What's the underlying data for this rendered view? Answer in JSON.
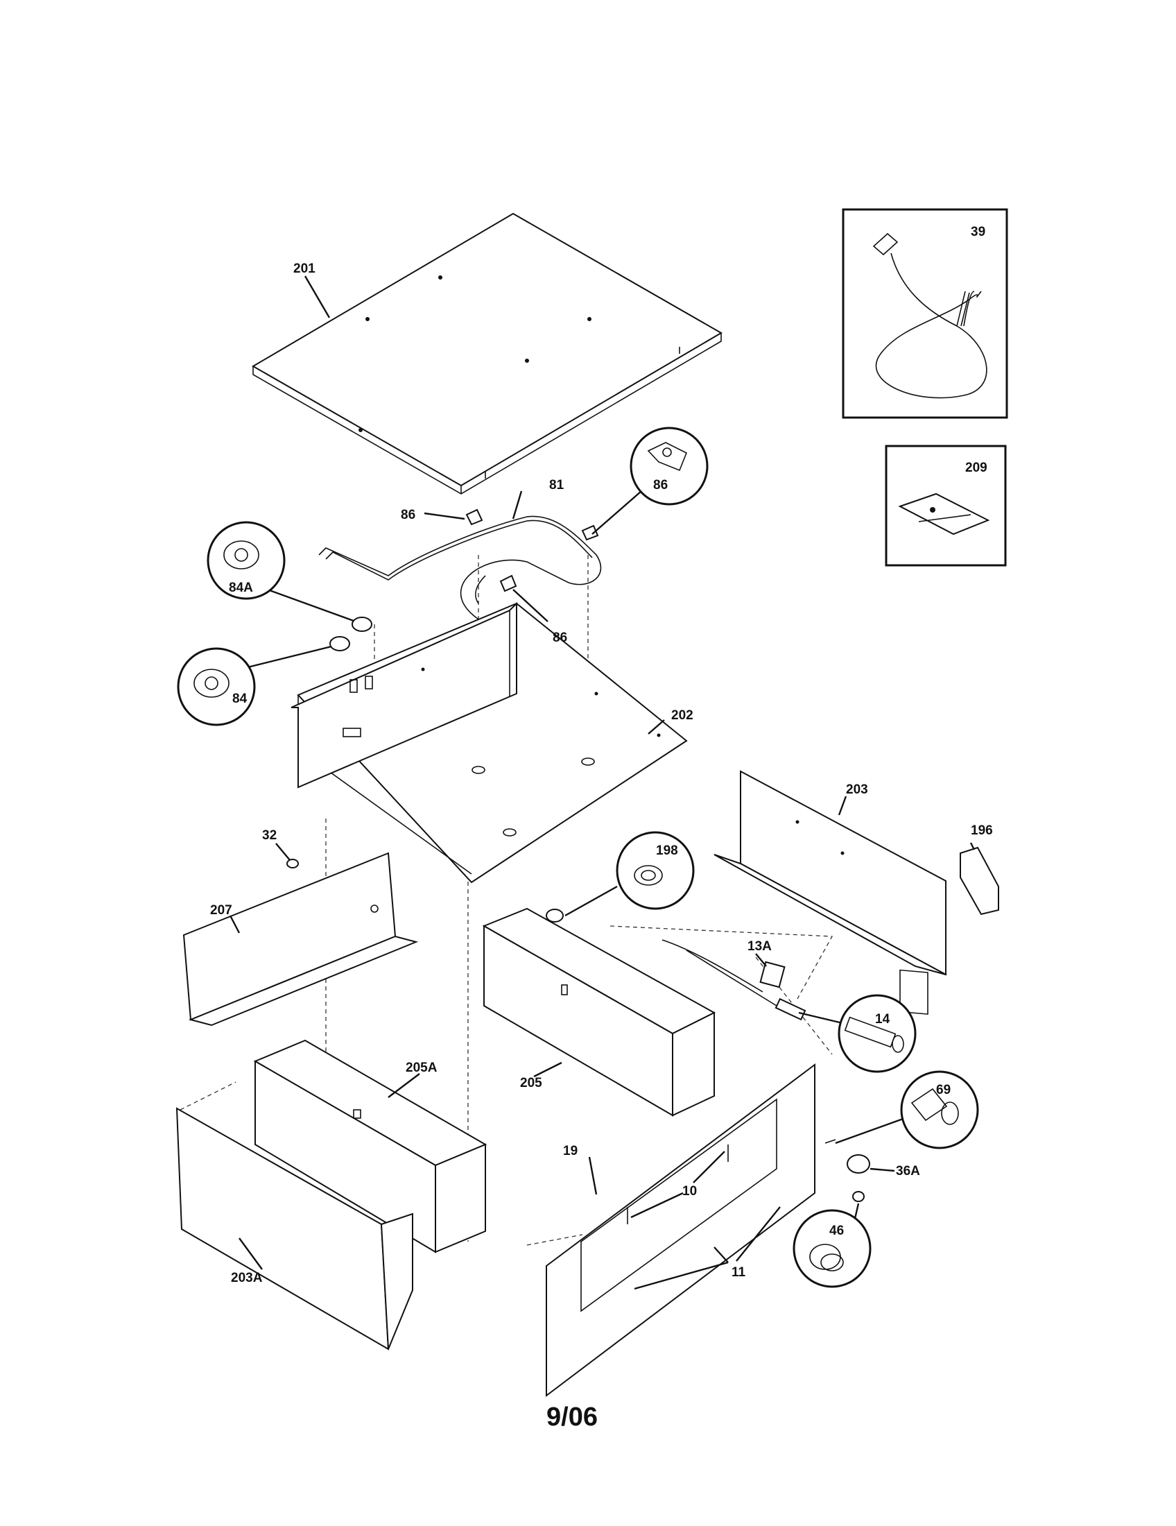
{
  "footer": {
    "date_code": "9/06"
  },
  "callouts": {
    "p201": "201",
    "p39": "39",
    "p209": "209",
    "p86a": "86",
    "p86b": "86",
    "p86c": "86",
    "p81": "81",
    "p84A": "84A",
    "p84": "84",
    "p202": "202",
    "p203": "203",
    "p196": "196",
    "p32": "32",
    "p207": "207",
    "p198": "198",
    "p13A": "13A",
    "p14": "14",
    "p205A": "205A",
    "p205": "205",
    "p69": "69",
    "p19": "19",
    "p10": "10",
    "p36A": "36A",
    "p46": "46",
    "p11": "11",
    "p203A": "203A"
  }
}
